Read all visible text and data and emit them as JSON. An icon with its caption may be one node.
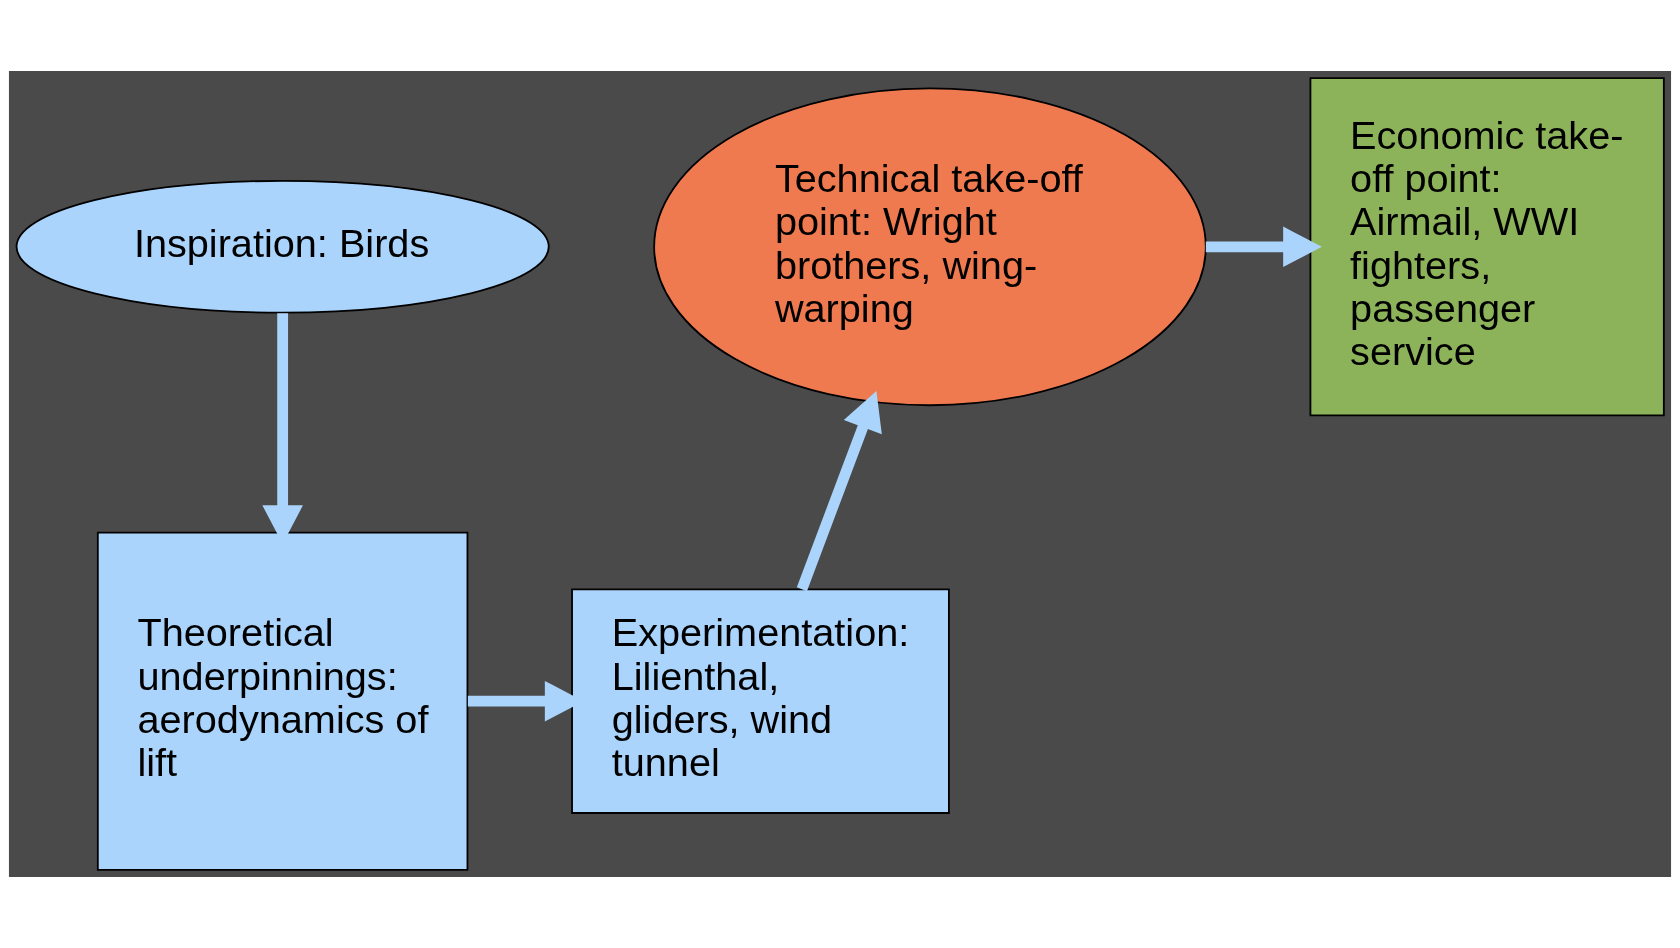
{
  "diagram": {
    "nodes": [
      {
        "text": [
          "Inspiration: Birds"
        ]
      },
      {
        "text": [
          "Theoretical underpinnings: aerodynamics of lift"
        ]
      },
      {
        "text": [
          "Experimentation: Lilienthal, gliders, wind tunnel"
        ]
      },
      {
        "text": [
          "Technical take-off point: Wright brothers, wing-warping"
        ]
      },
      {
        "text": [
          "Economic take-off point: Airmail, WWI fighters, passenger service"
        ]
      }
    ],
    "edges": [
      {
        "from": 0,
        "to": 1,
        "arrow": "to"
      },
      {
        "from": 1,
        "to": 2,
        "arrow": "to"
      },
      {
        "from": 2,
        "to": 3,
        "arrow": "to"
      },
      {
        "from": 3,
        "to": 4,
        "arrow": "to"
      }
    ]
  }
}
